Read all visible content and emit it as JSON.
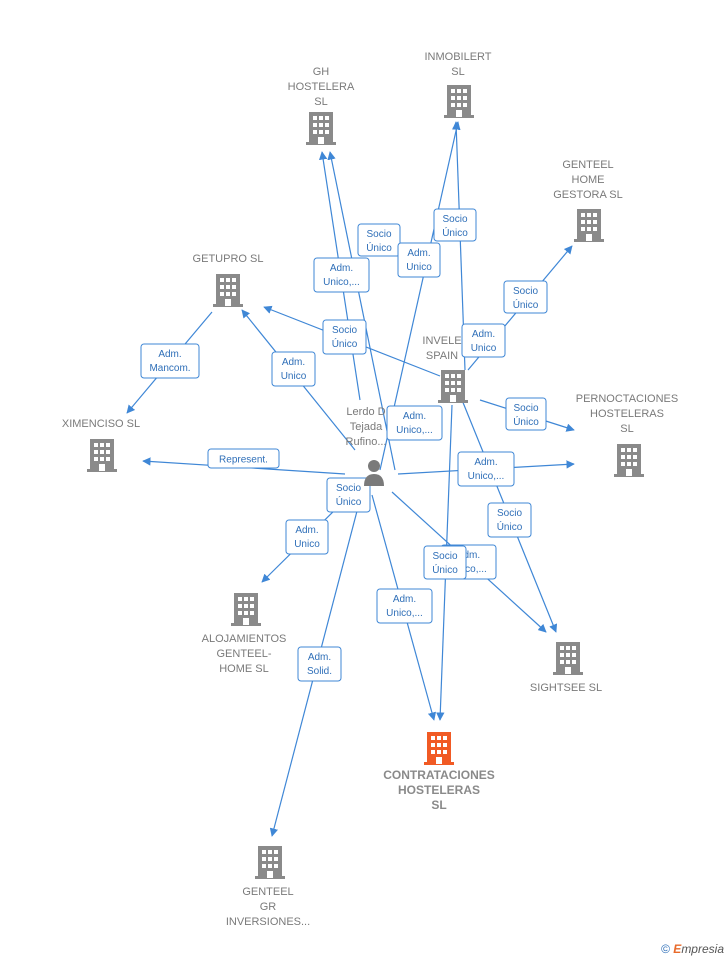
{
  "colors": {
    "edge": "#3f87d6",
    "building": "#8a8a8a",
    "highlight": "#f15a24",
    "label": "#7a7a7a"
  },
  "nodes": [
    {
      "id": "gh",
      "lines": [
        "GH",
        "HOSTELERA",
        "SL"
      ]
    },
    {
      "id": "inmobilert",
      "lines": [
        "INMOBILERT",
        "SL"
      ]
    },
    {
      "id": "genteel_home",
      "lines": [
        "GENTEEL",
        "HOME",
        "GESTORA  SL"
      ]
    },
    {
      "id": "getupro",
      "lines": [
        "GETUPRO SL"
      ]
    },
    {
      "id": "inveles",
      "lines": [
        "INVELE",
        "SPAIN"
      ]
    },
    {
      "id": "pernoctaciones",
      "lines": [
        "PERNOCTACIONES",
        "HOSTELERAS",
        "SL"
      ]
    },
    {
      "id": "ximenciso",
      "lines": [
        "XIMENCISO  SL"
      ]
    },
    {
      "id": "person",
      "lines": [
        "Lerdo D",
        "Tejada",
        "Rufino..."
      ]
    },
    {
      "id": "alojamientos",
      "lines": [
        "ALOJAMIENTOS",
        "GENTEEL-",
        "HOME  SL"
      ]
    },
    {
      "id": "sightsee",
      "lines": [
        "SIGHTSEE SL"
      ]
    },
    {
      "id": "contrataciones",
      "lines": [
        "CONTRATACIONES",
        "HOSTELERAS",
        "SL"
      ]
    },
    {
      "id": "genteel_gr",
      "lines": [
        "GENTEEL",
        "GR",
        "INVERSIONES..."
      ]
    }
  ],
  "edge_labels": [
    [
      "Socio",
      "Único"
    ],
    [
      "Socio",
      "Único"
    ],
    [
      "Adm.",
      "Unico"
    ],
    [
      "Adm.",
      "Unico,..."
    ],
    [
      "Socio",
      "Único"
    ],
    [
      "Adm.",
      "Unico"
    ],
    [
      "Adm.",
      "Mancom."
    ],
    [
      "Socio",
      "Único"
    ],
    [
      "Adm.",
      "Unico"
    ],
    [
      "Adm.",
      "Unico,..."
    ],
    [
      "Socio",
      "Único"
    ],
    [
      "Represent."
    ],
    [
      "Adm.",
      "Unico,..."
    ],
    [
      "Socio",
      "Único"
    ],
    [
      "Socio",
      "Único"
    ],
    [
      "Adm.",
      "Unico"
    ],
    [
      "Adm.",
      "Unico,..."
    ],
    [
      "Socio",
      "Único"
    ],
    [
      "Adm.",
      "Unico,..."
    ],
    [
      "Adm.",
      "Solid."
    ]
  ],
  "footer": {
    "copyright": "©",
    "brand_initial": "E",
    "brand_rest": "mpresia"
  }
}
